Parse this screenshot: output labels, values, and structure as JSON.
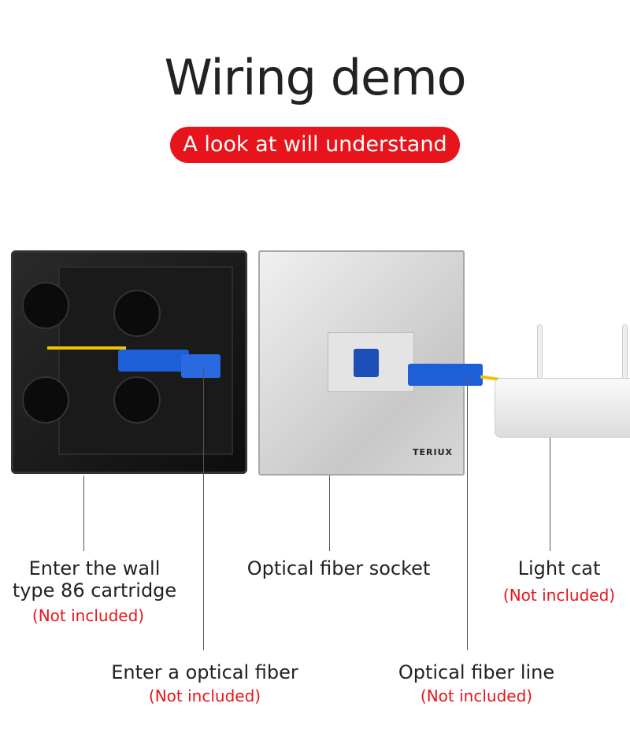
{
  "header": {
    "title": "Wiring demo",
    "subtitle": "A look at will understand"
  },
  "product": {
    "brand": "TERIUX"
  },
  "labels": {
    "wall_box": {
      "line1": "Enter the wall",
      "line2": "type 86 cartridge",
      "note": "(Not included)"
    },
    "socket": {
      "text": "Optical fiber socket"
    },
    "light_cat": {
      "text": "Light cat",
      "note": "(Not included)"
    },
    "fiber_in": {
      "text": "Enter a optical fiber",
      "note": "(Not included)"
    },
    "fiber_line": {
      "text": "Optical fiber line",
      "note": "(Not included)"
    }
  },
  "colors": {
    "accent": "#e8141b",
    "fiber": "#f0c400",
    "connector": "#1d5fd6"
  }
}
